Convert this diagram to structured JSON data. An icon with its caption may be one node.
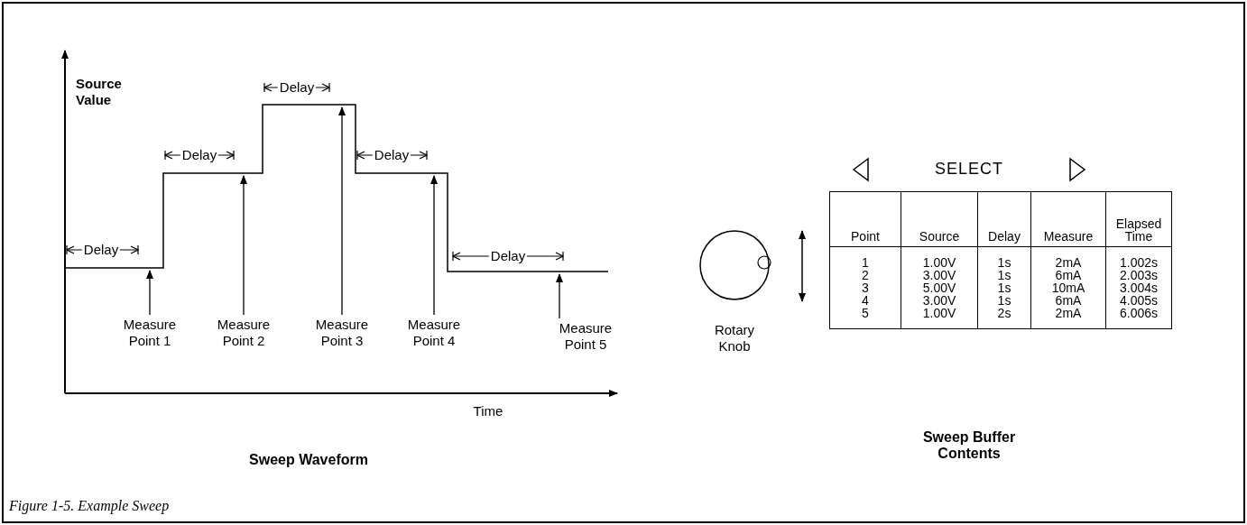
{
  "diagram": {
    "caption": "Figure 1-5. Example Sweep",
    "nodes": [
      {
        "text": [
          "Measure Point 1"
        ]
      },
      {
        "text": [
          "Measure Point 2"
        ]
      },
      {
        "text": [
          "Measure Point 3"
        ]
      },
      {
        "text": [
          "Measure Point 4"
        ]
      },
      {
        "text": [
          "Measure Point 5"
        ]
      },
      {
        "text": [],
        "shape": "line"
      }
    ],
    "edges": [
      {
        "from": 0,
        "to": 5,
        "arrow": "to"
      },
      {
        "from": 1,
        "to": 5,
        "arrow": "to"
      },
      {
        "from": 2,
        "to": 5,
        "arrow": "to"
      },
      {
        "from": 3,
        "to": 5,
        "arrow": "to"
      },
      {
        "from": 4,
        "to": 5,
        "arrow": "to"
      }
    ],
    "labels": [
      "Source Value",
      "Delay",
      "Delay",
      "Delay",
      "Delay",
      "Delay",
      "SELECT",
      "Point",
      "Source",
      "Delay",
      "Measure",
      "Elapsed Time",
      "1",
      "1.00V",
      "1s",
      "2mA",
      "1.002s",
      "2",
      "3.00V",
      "1s",
      "6mA",
      "2.003s",
      "3",
      "5.00V",
      "1s",
      "10mA",
      "3.004s",
      "4",
      "3.00V",
      "1s",
      "6mA",
      "4.005s",
      "5",
      "1.00V",
      "2s",
      "2mA",
      "6.006s",
      "Rotary Knob",
      "Time",
      "Sweep Buffer Contents",
      "Sweep Waveform"
    ]
  }
}
